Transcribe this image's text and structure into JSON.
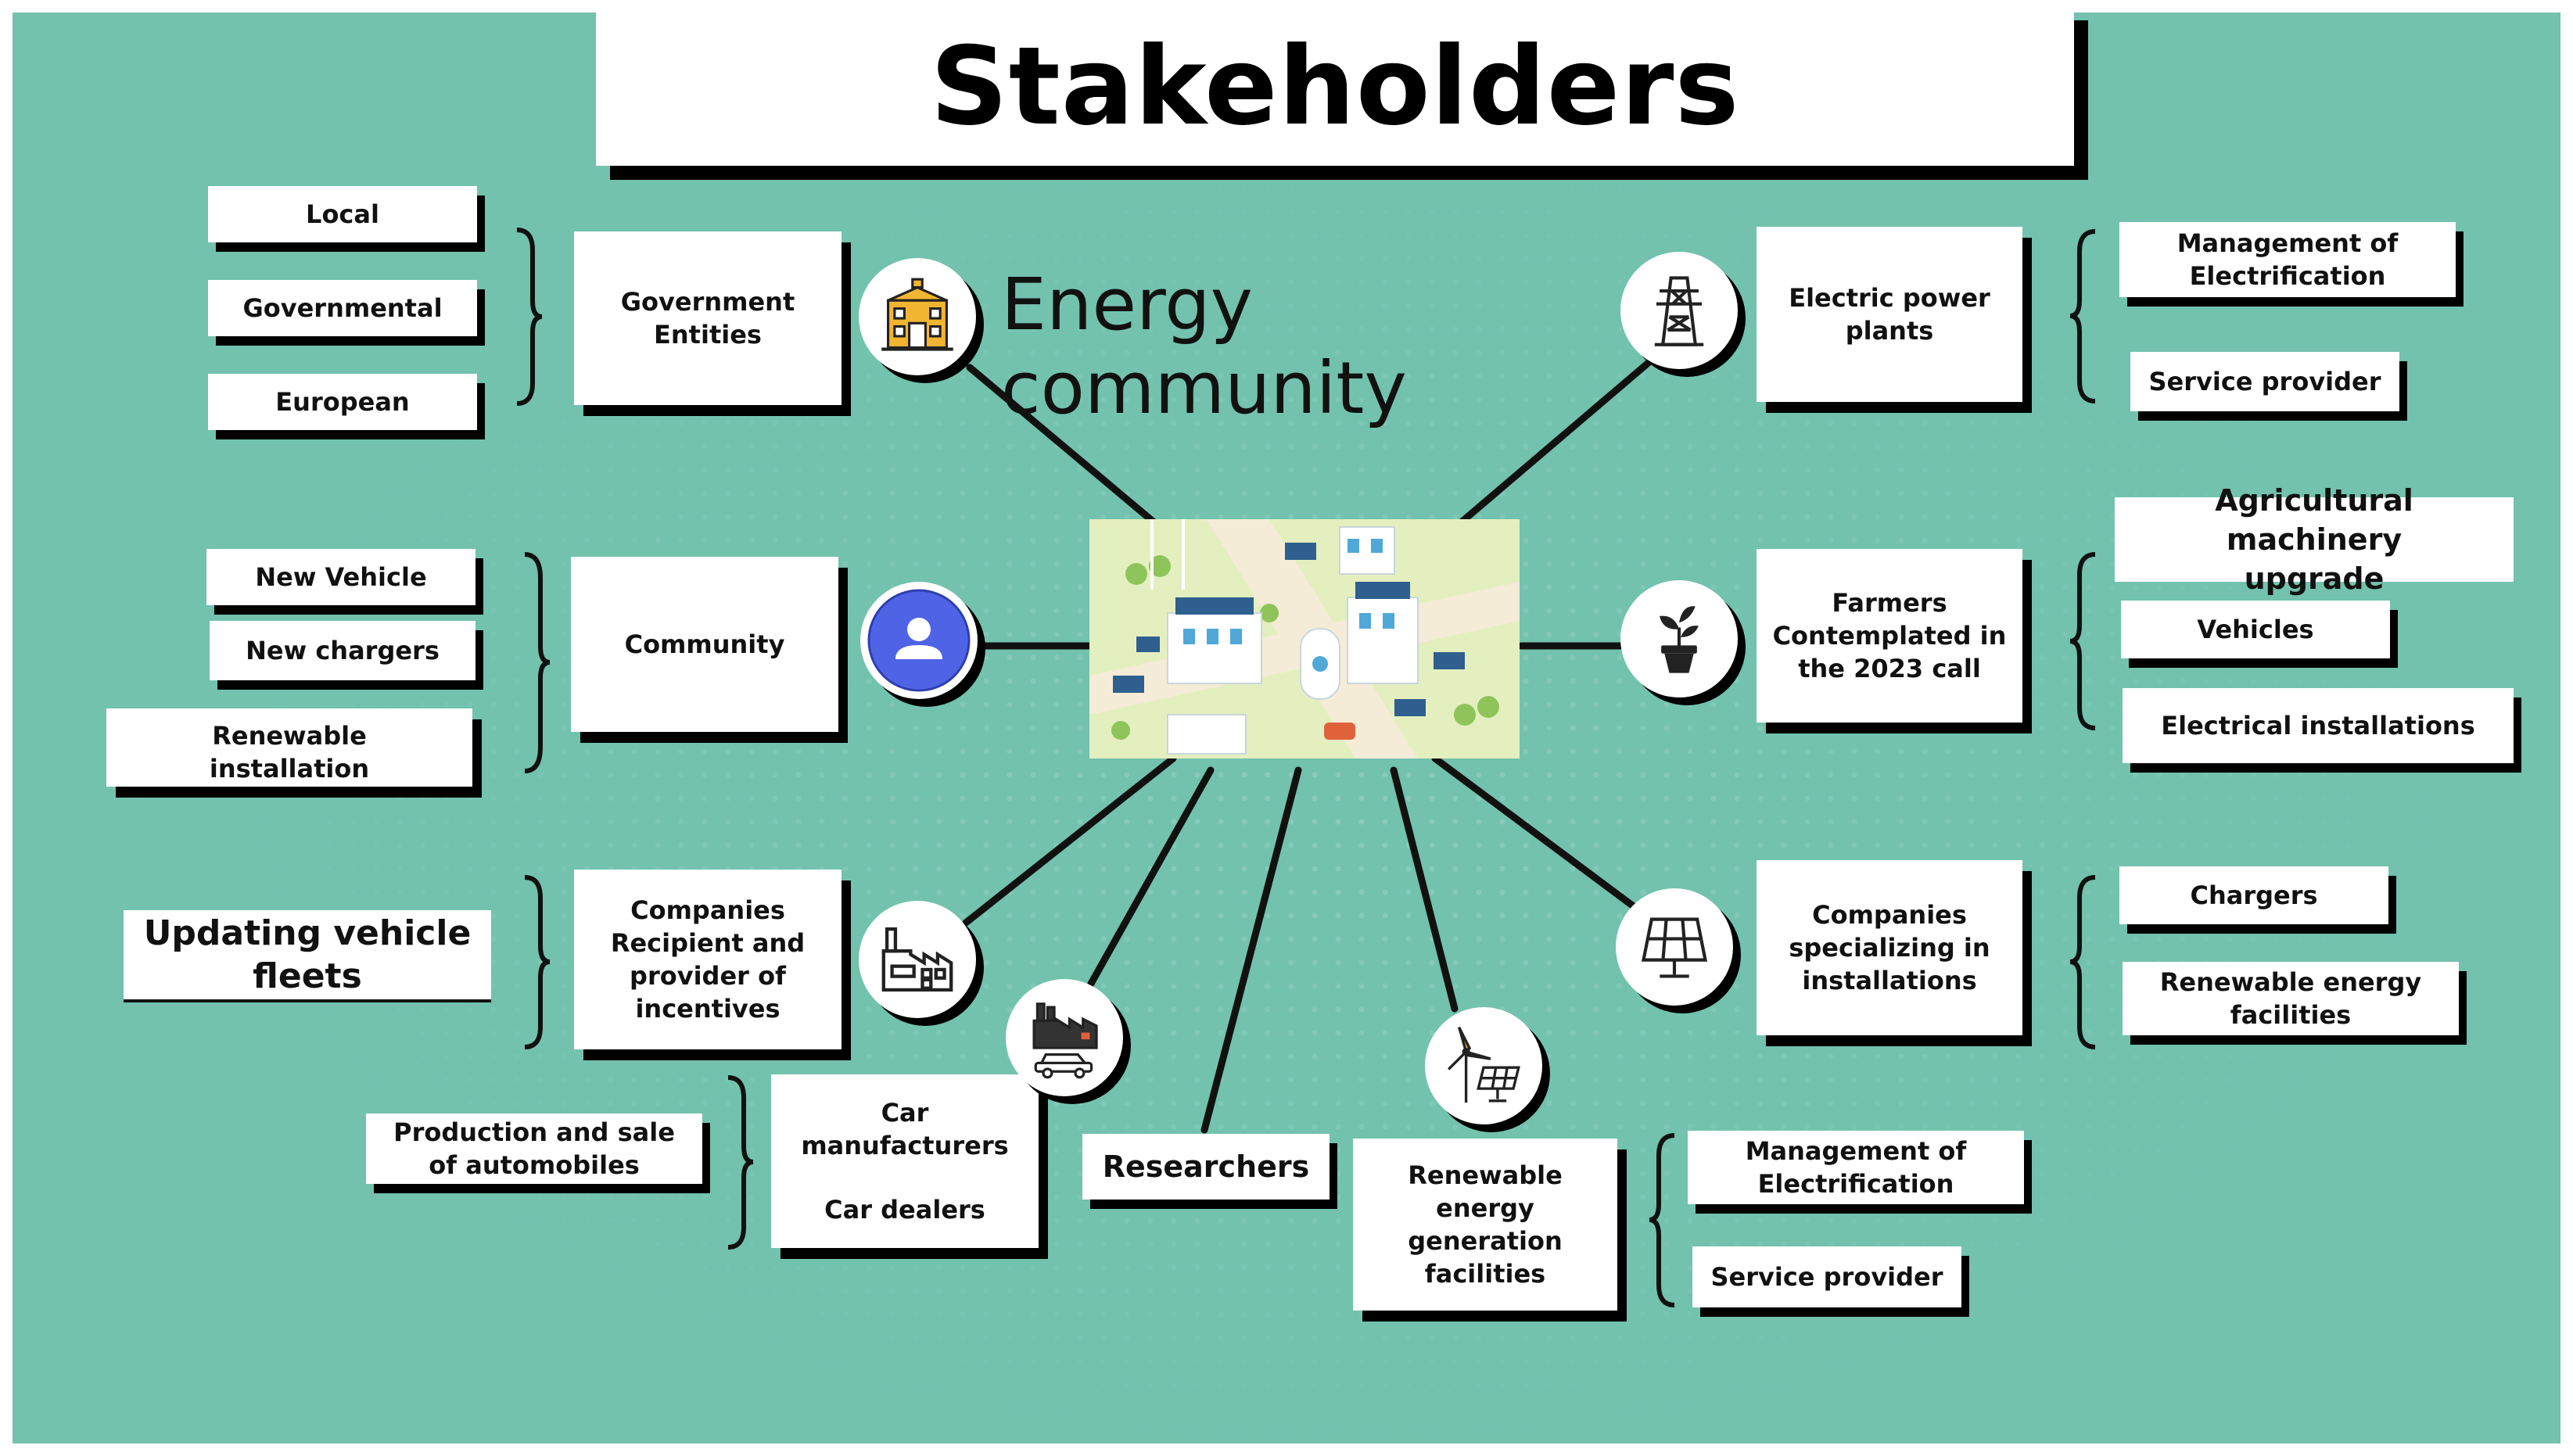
{
  "title": "Stakeholders",
  "center_label": "Energy community",
  "nodes": {
    "government": {
      "label": [
        "Government",
        "Entities"
      ],
      "icon": "government-building-icon",
      "details": [
        "Local",
        "Governmental",
        "European"
      ]
    },
    "community": {
      "label": "Community",
      "icon": "user-icon",
      "details": [
        "New Vehicle",
        "New chargers",
        "Renewable installation"
      ]
    },
    "companies_incentives": {
      "label_bold": "Companies",
      "label": [
        "Recipient and",
        "provider of",
        "incentives"
      ],
      "icon": "factory-icon",
      "details": [
        "Updating vehicle fleets"
      ]
    },
    "car_manufacturers": {
      "label": [
        "Car",
        "manufacturers"
      ],
      "label2": "Car dealers",
      "icon": "car-factory-icon",
      "details": [
        "Production and sale of automobiles"
      ]
    },
    "researchers": {
      "label": "Researchers"
    },
    "renewable_generation": {
      "label": [
        "Renewable",
        "energy",
        "generation",
        "facilities"
      ],
      "icon": "wind-solar-icon",
      "details": [
        [
          "Management of",
          "Electrification"
        ],
        "Service provider"
      ]
    },
    "companies_installations": {
      "label": [
        "Companies",
        "specializing in",
        "installations"
      ],
      "icon": "solar-panel-icon",
      "details": [
        "Chargers",
        [
          "Renewable energy",
          "facilities"
        ]
      ]
    },
    "farmers": {
      "label_bold": "Farmers",
      "label": [
        "Contemplated in",
        "the 2023 call"
      ],
      "icon": "plant-pot-icon",
      "details": [
        [
          "Agricultural machinery",
          "upgrade"
        ],
        "Vehicles",
        "Electrical installations"
      ]
    },
    "power_plants": {
      "label": [
        "Electric power",
        "plants"
      ],
      "icon": "power-tower-icon",
      "details": [
        [
          "Management of",
          "Electrification"
        ],
        "Service provider"
      ]
    }
  },
  "colors": {
    "background": "#72c2ae",
    "box": "#ffffff",
    "shadow": "#000000",
    "user_icon": "#4f63e6",
    "gov_icon": "#f2b531"
  }
}
